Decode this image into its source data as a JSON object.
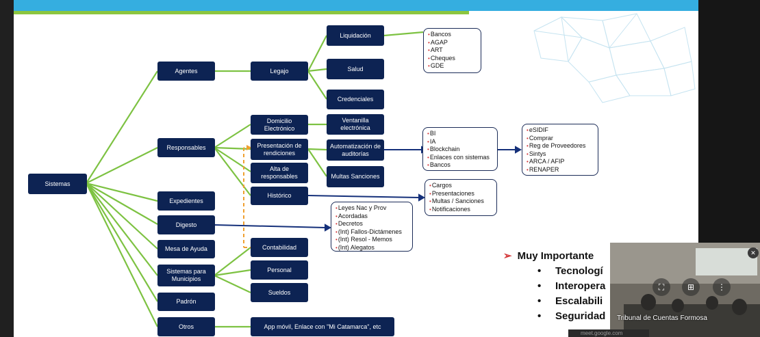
{
  "colors": {
    "node_bg": "#0d2353",
    "line_green": "#7dc242",
    "line_navy": "#15307a",
    "line_orange": "#f0a030",
    "accent_red": "#d4383a"
  },
  "nodes": {
    "sistemas": "Sistemas",
    "agentes": "Agentes",
    "responsables": "Responsables",
    "expedientes": "Expedientes",
    "digesto": "Digesto",
    "mesa_ayuda": "Mesa de Ayuda",
    "sistemas_municipios": "Sistemas para Municipios",
    "padron": "Padrón",
    "otros": "Otros",
    "legajo": "Legajo",
    "liquidacion": "Liquidación",
    "salud": "Salud",
    "credenciales": "Credenciales",
    "domicilio": "Domicilio Electrónico",
    "presentacion": "Presentación de rendiciones",
    "alta": "Alta de responsables",
    "historico": "Histórico",
    "ventanilla": "Ventanilla electrónica",
    "automatizacion": "Automatización de auditorías",
    "multas": "Multas Sanciones",
    "contabilidad": "Contabilidad",
    "personal": "Personal",
    "sueldos": "Sueldos",
    "app": "App móvil, Enlace con \"Mi Catamarca\", etc"
  },
  "lists": {
    "liquidacion_items": [
      "Bancos",
      "AGAP",
      "ART",
      "Cheques",
      "GDE"
    ],
    "auditorias_items": [
      "BI",
      "IA",
      "Blockchain",
      "Enlaces con sistemas",
      "Bancos"
    ],
    "enlaces_items": [
      "eSIDIF",
      "Comprar",
      "Reg de Proveedores",
      "Sintys",
      "ARCA / AFIP",
      "RENAPER"
    ],
    "historico_items": [
      "Cargos",
      "Presentaciones",
      "Multas / Sanciones",
      "Notificaciones"
    ],
    "digesto_items": [
      "Leyes Nac y Prov",
      "Acordadas",
      "Decretos",
      "(Int) Fallos-Dictámenes",
      "(Int) Resol - Memos",
      "(Int) Alegatos"
    ]
  },
  "important": {
    "heading": "Muy Importante",
    "items": [
      "Tecnologí",
      "Interopera",
      "Escalabili",
      "Seguridad"
    ]
  },
  "video": {
    "participant_label": "Tribunal de Cuentas Formosa",
    "url": "meet.google.com"
  }
}
